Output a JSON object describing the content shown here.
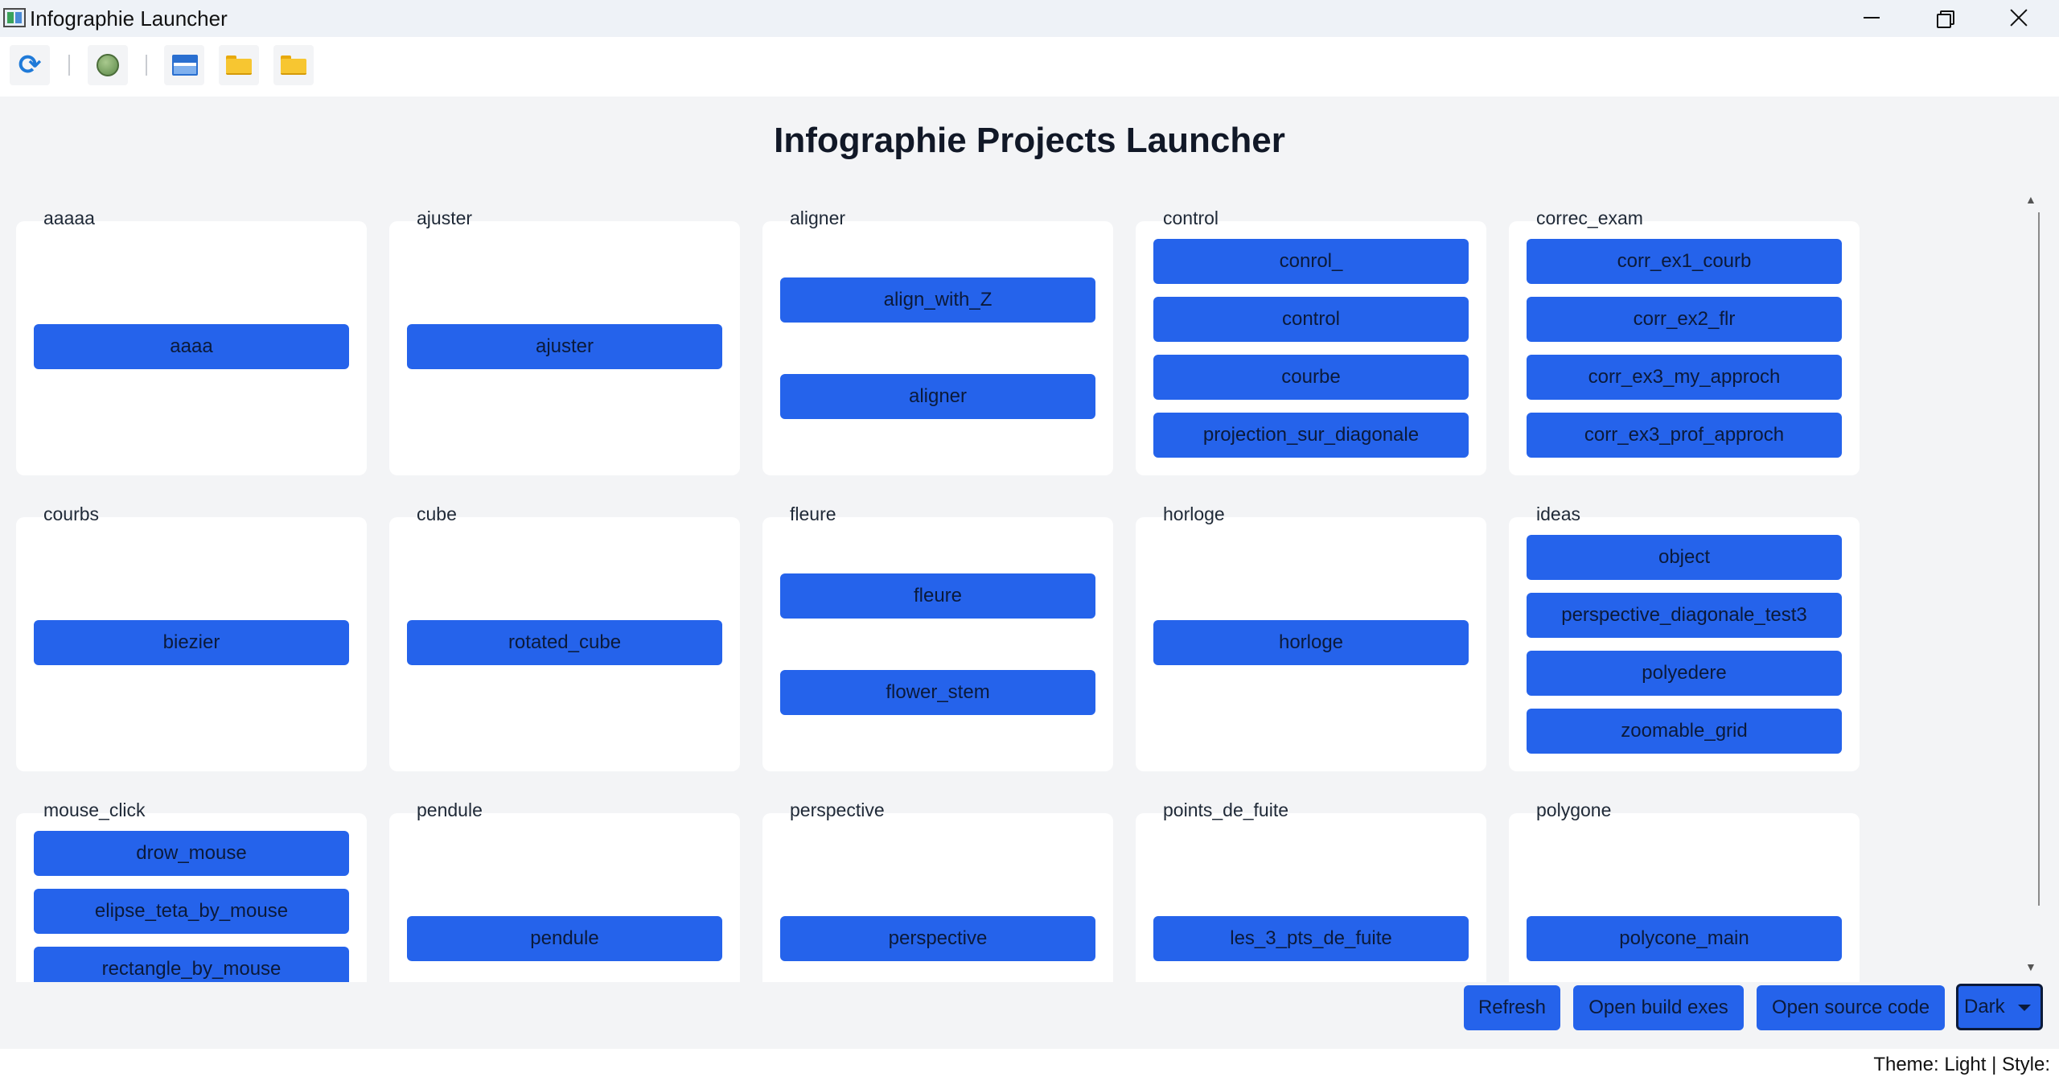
{
  "window": {
    "title": "Infographie Launcher",
    "icon": "app-icon",
    "controls": [
      "minimize-icon",
      "restore-icon",
      "close-icon"
    ]
  },
  "toolbar": {
    "buttons": [
      {
        "icon": "refresh-icon"
      },
      {
        "icon": "green-circle-icon"
      },
      {
        "icon": "window-icon"
      },
      {
        "icon": "folder-icon"
      },
      {
        "icon": "folder-icon"
      }
    ]
  },
  "page": {
    "title": "Infographie Projects Launcher"
  },
  "projects": [
    {
      "name": "aaaaa",
      "apps": [
        "aaaa"
      ]
    },
    {
      "name": "ajuster",
      "apps": [
        "ajuster"
      ]
    },
    {
      "name": "aligner",
      "apps": [
        "align_with_Z",
        "aligner"
      ]
    },
    {
      "name": "control",
      "apps": [
        "conrol_",
        "control",
        "courbe",
        "projection_sur_diagonale"
      ]
    },
    {
      "name": "correc_exam",
      "apps": [
        "corr_ex1_courb",
        "corr_ex2_flr",
        "corr_ex3_my_approch",
        "corr_ex3_prof_approch"
      ]
    },
    {
      "name": "courbs",
      "apps": [
        "biezier"
      ]
    },
    {
      "name": "cube",
      "apps": [
        "rotated_cube"
      ]
    },
    {
      "name": "fleure",
      "apps": [
        "fleure",
        "flower_stem"
      ]
    },
    {
      "name": "horloge",
      "apps": [
        "horloge"
      ]
    },
    {
      "name": "ideas",
      "apps": [
        "object",
        "perspective_diagonale_test3",
        "polyedere",
        "zoomable_grid"
      ]
    },
    {
      "name": "mouse_click",
      "apps": [
        "drow_mouse",
        "elipse_teta_by_mouse",
        "rectangle_by_mouse"
      ]
    },
    {
      "name": "pendule",
      "apps": [
        "pendule"
      ]
    },
    {
      "name": "perspective",
      "apps": [
        "perspective"
      ]
    },
    {
      "name": "points_de_fuite",
      "apps": [
        "les_3_pts_de_fuite"
      ]
    },
    {
      "name": "polygone",
      "apps": [
        "polycone_main"
      ]
    }
  ],
  "actions": {
    "refresh": "Refresh",
    "open_build": "Open build exes",
    "open_source": "Open source code",
    "theme_value": "Dark"
  },
  "status": {
    "text": "Theme: Light | Style:"
  },
  "colors": {
    "accent": "#2563eb",
    "background": "#f3f4f6",
    "card": "#ffffff",
    "titlebar": "#eef2f7"
  }
}
